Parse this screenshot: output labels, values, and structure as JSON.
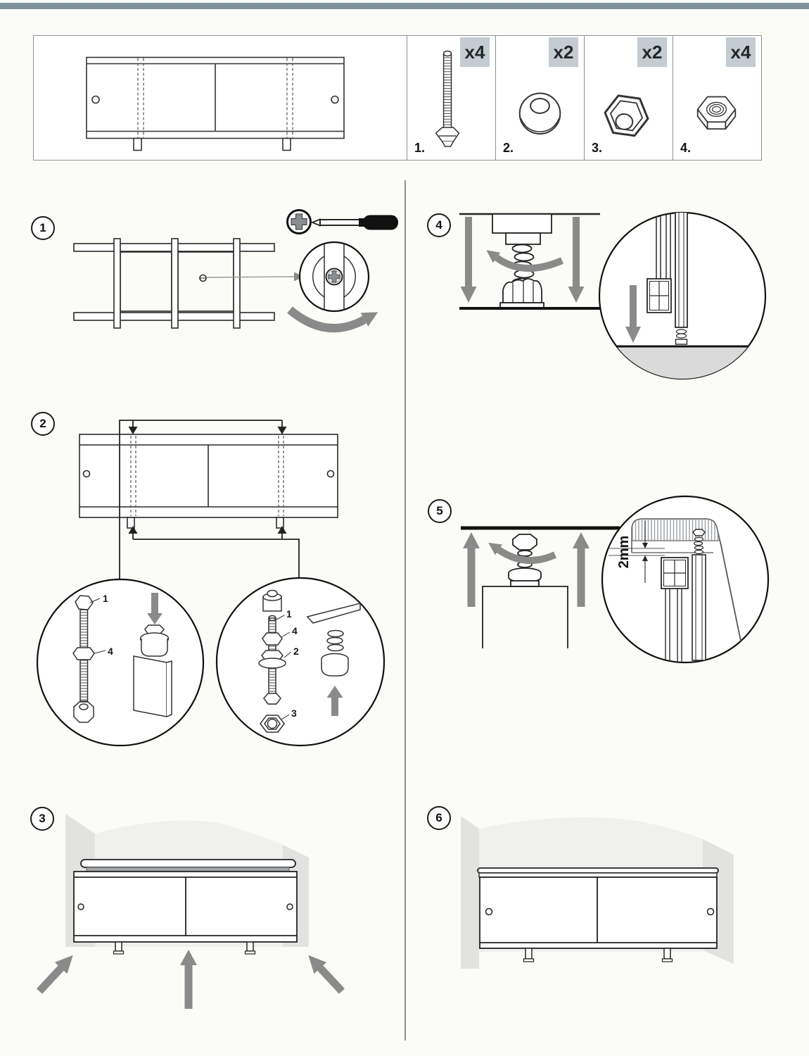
{
  "document": {
    "type": "bath-panel-assembly-instructions",
    "accent_bar_color": "#7e929c"
  },
  "colors": {
    "line": "#2a2a2a",
    "arrow": "#8a8a8a",
    "badge_bg": "#c4ccd1",
    "wall": "#f0f0ee",
    "wall_side": "#e2e2e0",
    "tub_tray": "#9fa4a7",
    "floor": "#dadada"
  },
  "parts": [
    {
      "label": "1.",
      "qty": "x4",
      "name": "threaded-adjustment-rod"
    },
    {
      "label": "2.",
      "qty": "x2",
      "name": "flange-nut"
    },
    {
      "label": "3.",
      "qty": "x2",
      "name": "cap-nut"
    },
    {
      "label": "4.",
      "qty": "x4",
      "name": "hex-nut"
    }
  ],
  "steps": [
    {
      "number": "1"
    },
    {
      "number": "2"
    },
    {
      "number": "3"
    },
    {
      "number": "4"
    },
    {
      "number": "5"
    },
    {
      "number": "6"
    }
  ],
  "callouts": {
    "step2_left": {
      "rod": "1",
      "nut": "4"
    },
    "step2_right": {
      "rod": "1",
      "nut": "4",
      "flange": "2",
      "cap": "3"
    }
  },
  "annotations": {
    "gap_measurement": "2mm"
  }
}
